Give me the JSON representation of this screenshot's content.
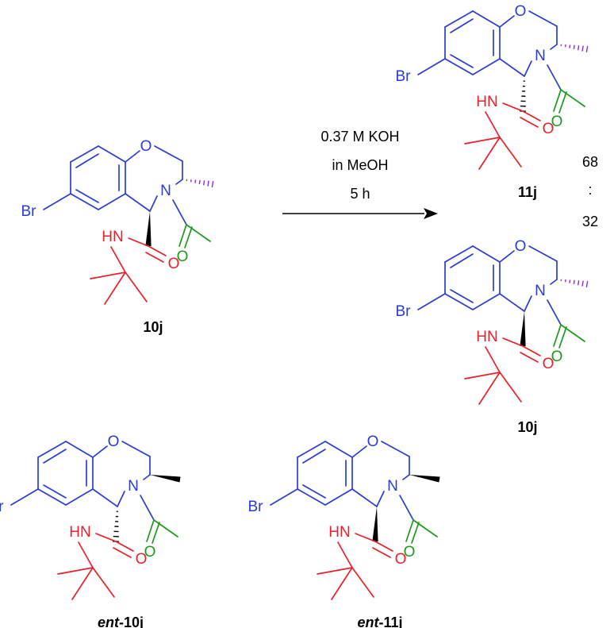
{
  "colors": {
    "ring": "#2a3bd6",
    "amide": "#e8202a",
    "acetyl": "#1a9a1a",
    "stereo_methyl": "#8a2be2",
    "ink": "#000000"
  },
  "atoms": {
    "oxygen": "O",
    "nitrogen": "N",
    "bromine": "Br",
    "amide_nh": "HN",
    "carbonyl_o": "O"
  },
  "conditions": {
    "line1": "0.37 M KOH",
    "line2": "in MeOH",
    "line3": "5 h"
  },
  "ratio": {
    "top": "68",
    "sep": ":",
    "bottom": "32"
  },
  "molecules": [
    {
      "id": "reactant",
      "label": "10j",
      "italic_prefix": "",
      "ch_stereo": "wedge",
      "methyl_stereo": "hash"
    },
    {
      "id": "product-11j",
      "label": "11j",
      "italic_prefix": "",
      "ch_stereo": "hash",
      "methyl_stereo": "hash"
    },
    {
      "id": "product-10j",
      "label": "10j",
      "italic_prefix": "",
      "ch_stereo": "wedge",
      "methyl_stereo": "hash"
    },
    {
      "id": "ent-10j",
      "label": "-10j",
      "italic_prefix": "ent",
      "ch_stereo": "hash",
      "methyl_stereo": "wedge"
    },
    {
      "id": "ent-11j",
      "label": "-11j",
      "italic_prefix": "ent",
      "ch_stereo": "wedge",
      "methyl_stereo": "wedge"
    }
  ]
}
